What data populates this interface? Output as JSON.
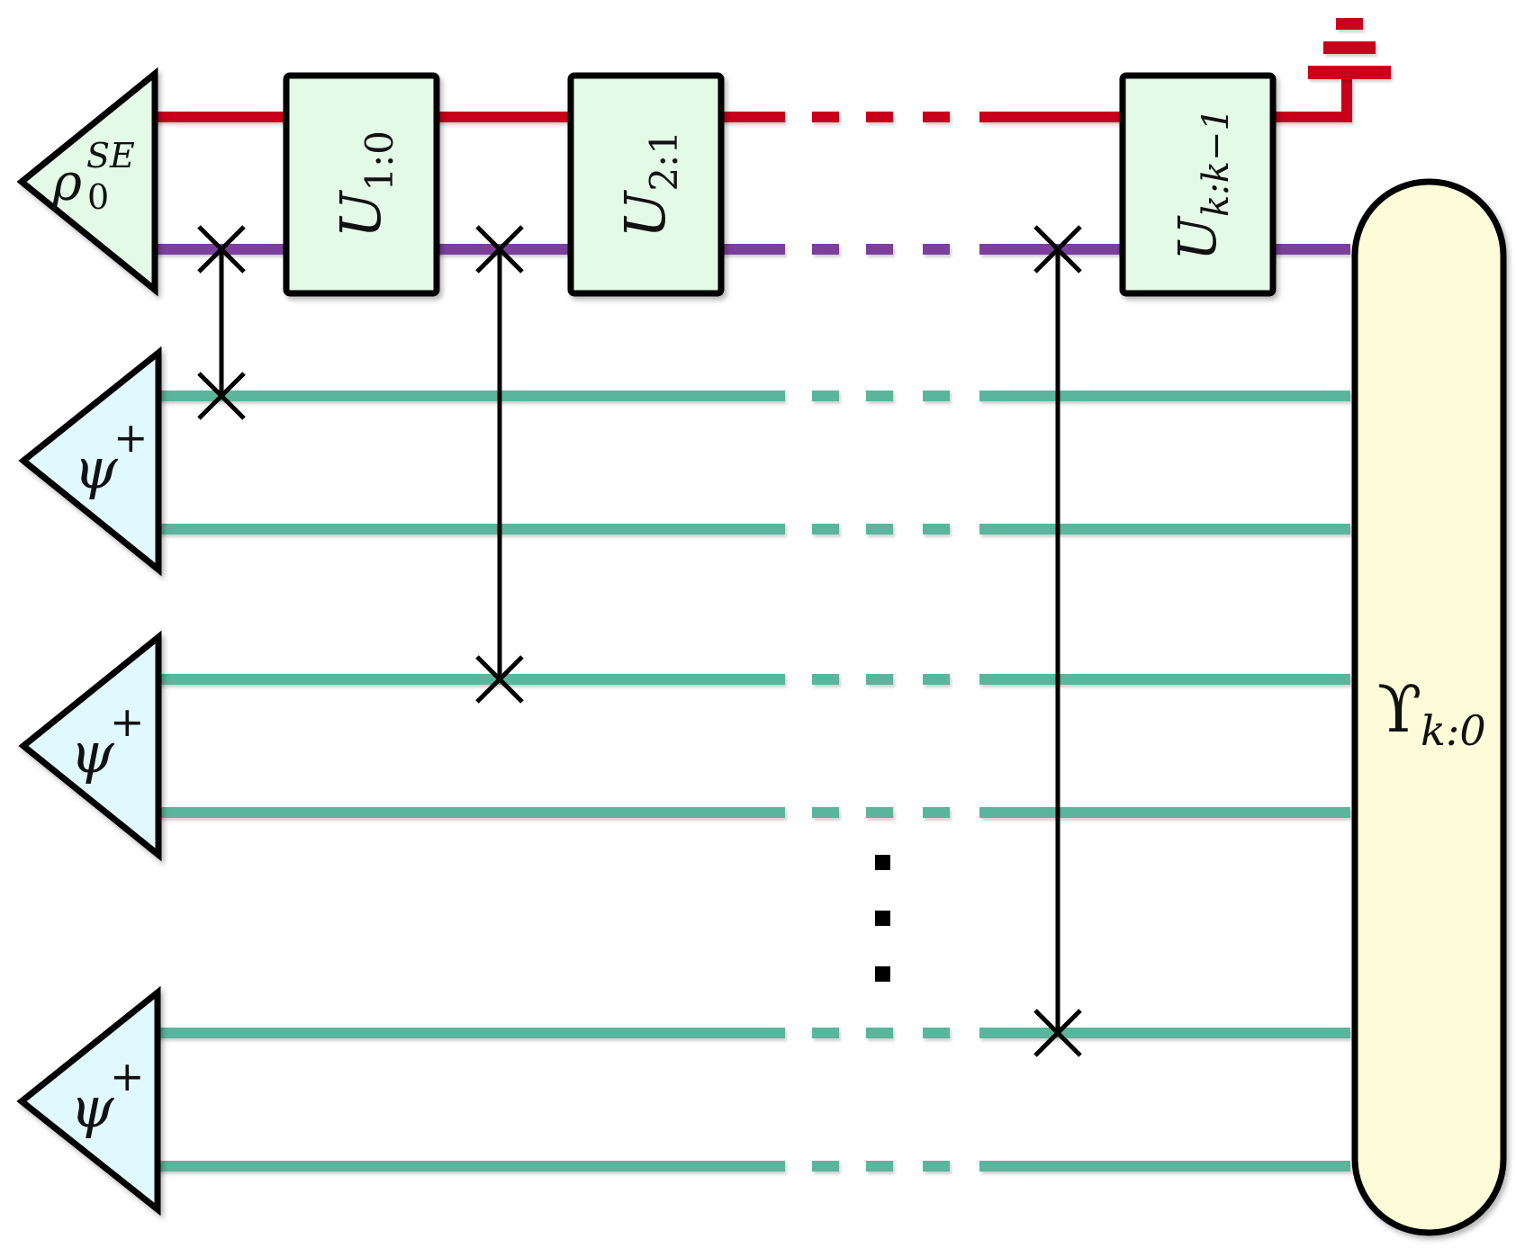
{
  "colors": {
    "system_wire": "#c8001c",
    "environment_wire": "#7b3f9c",
    "ancilla_wire": "#5ab59c",
    "state_prep_fill": "#e0f8ff",
    "initial_state_fill": "#e2fae6",
    "unitary_fill": "#e2fae6",
    "process_tensor_fill": "#fcfcd8",
    "stroke": "#000000"
  },
  "labels": {
    "initial_state": {
      "base": "ρ",
      "sup": "SE",
      "sub": "0"
    },
    "ancilla_state": {
      "base": "ψ",
      "sup": "+"
    },
    "unitaries": [
      {
        "base": "U",
        "sub": "1:0"
      },
      {
        "base": "U",
        "sub": "2:1"
      },
      {
        "base": "U",
        "sub": "k:k−1"
      }
    ],
    "process_tensor": {
      "base": "ϒ",
      "sub": "k:0"
    }
  },
  "icons": {
    "trace_out": "ground-trace-icon",
    "swap": "swap-cross-icon"
  }
}
